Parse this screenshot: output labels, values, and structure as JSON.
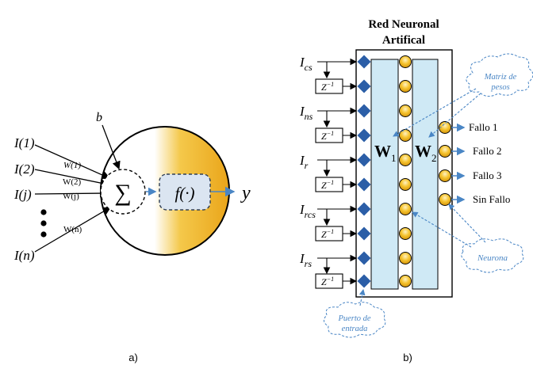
{
  "panel_a": {
    "caption": "a)",
    "inputs": [
      "I(1)",
      "I(2)",
      "I(j)",
      "I(n)"
    ],
    "weights": [
      "W(1)",
      "W(2)",
      "W(j)",
      "W(n)"
    ],
    "bias": "b",
    "sum_symbol": "∑",
    "activation": "f(·)",
    "output": "y"
  },
  "panel_b": {
    "caption": "b)",
    "title_line1": "Red Neuronal",
    "title_line2": "Artifical",
    "inputs": [
      {
        "base": "I",
        "sub": "cs"
      },
      {
        "base": "I",
        "sub": "ns"
      },
      {
        "base": "I",
        "sub": "r"
      },
      {
        "base": "I",
        "sub": "rcs"
      },
      {
        "base": "I",
        "sub": "rs"
      }
    ],
    "delay_base": "Z",
    "delay_exp": "−1",
    "weight_base": "W",
    "w1_sub": "1",
    "w2_sub": "2",
    "outputs": [
      "Fallo 1",
      "Fallo 2",
      "Fallo 3",
      "Sin Fallo"
    ],
    "callouts": {
      "weights_matrix_line1": "Matriz de",
      "weights_matrix_line2": "pesos",
      "neuron": "Neurona",
      "input_port_line1": "Puerto de",
      "input_port_line2": "entrada"
    }
  },
  "colors": {
    "diamond": "#2b5ea7",
    "column_fill": "#cfe9f5",
    "neuron_fill": "#f2b920",
    "arrow_blue": "#4a86c5",
    "activation_box": "#dbe5f1"
  }
}
